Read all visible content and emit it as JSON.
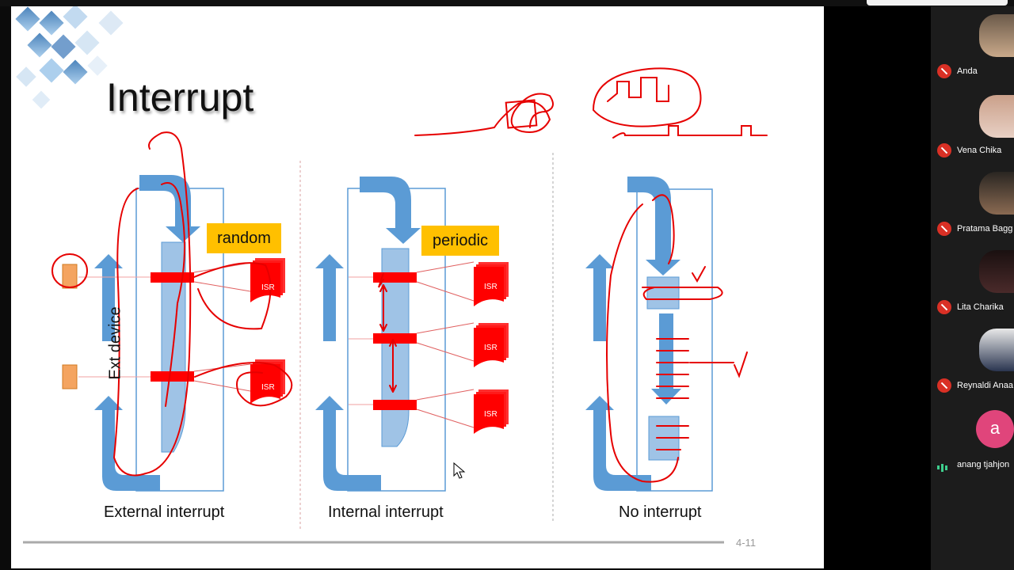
{
  "slide": {
    "title": "Interrupt",
    "page_number": "4-11",
    "tags": {
      "random": "random",
      "periodic": "periodic"
    },
    "ext_device_label": "Ext device",
    "isr_label": "ISR",
    "captions": {
      "external": "External interrupt",
      "internal": "Internal interrupt",
      "none": "No interrupt"
    }
  },
  "participants": [
    {
      "name": "Anda",
      "muted": true
    },
    {
      "name": "Vena Chika",
      "muted": true
    },
    {
      "name": "Pratama Bagg",
      "muted": true
    },
    {
      "name": "Lita Charika",
      "muted": true
    },
    {
      "name": "Reynaldi Anaa",
      "muted": true
    },
    {
      "name": "anang tjahjon",
      "muted": false,
      "initial": "a"
    }
  ],
  "colors": {
    "accent_red": "#e60000",
    "flow_blue": "#5b9bd5",
    "tag_yellow": "#ffc000",
    "avatar_pink": "#e0457b"
  }
}
